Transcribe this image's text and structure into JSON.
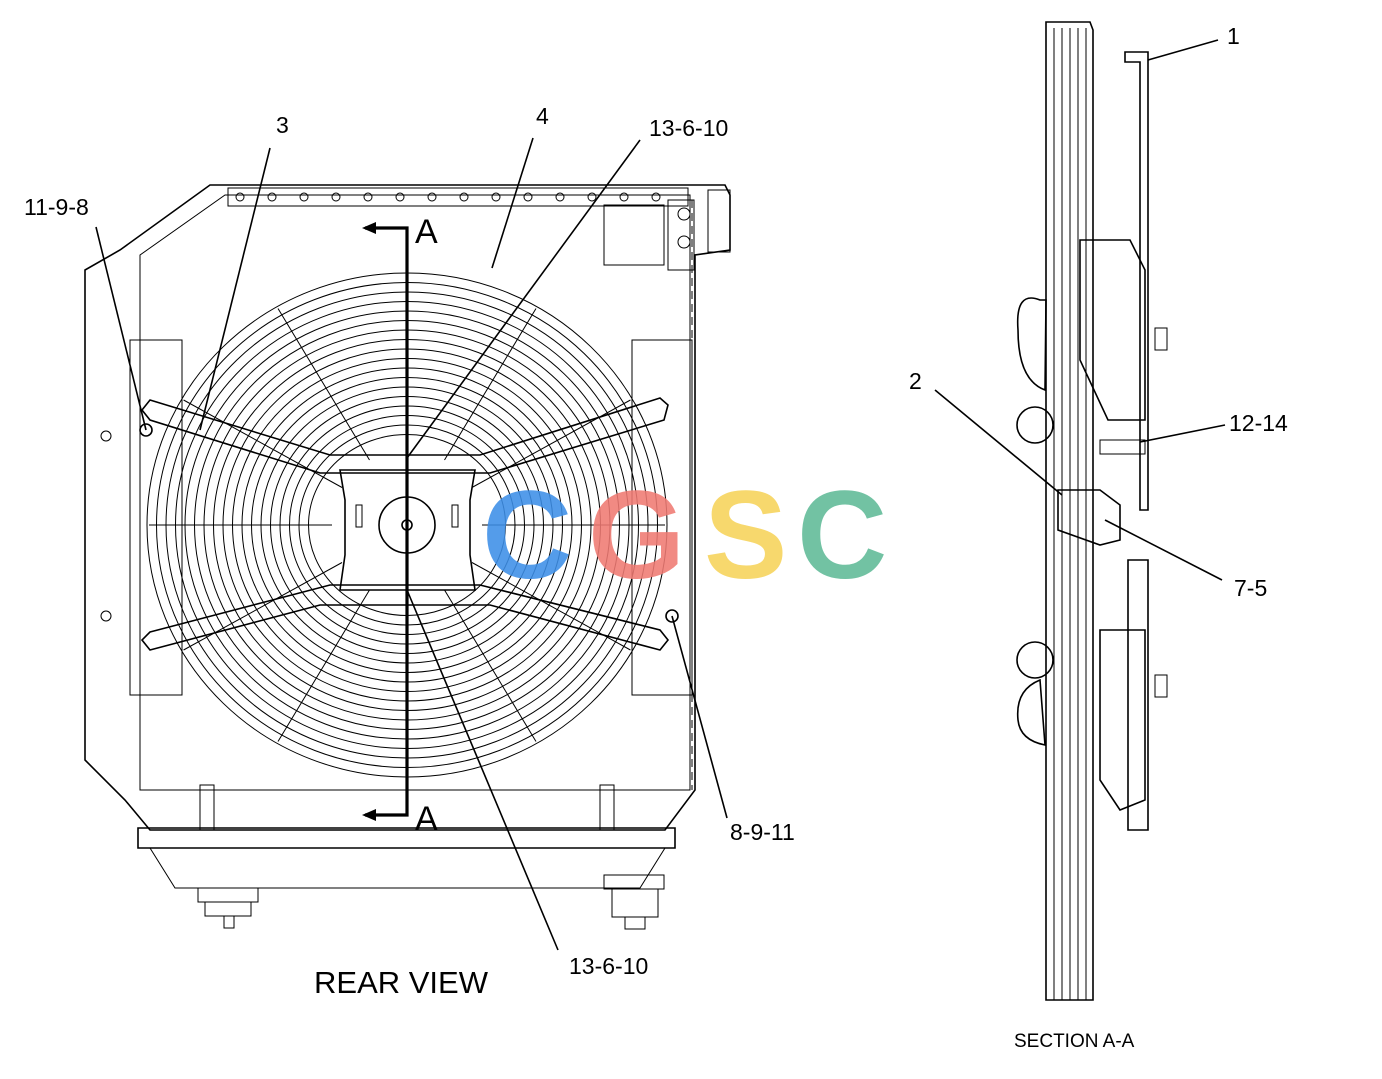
{
  "rear_view": {
    "title": "REAR VIEW",
    "section_marker_top": "A",
    "section_marker_bottom": "A"
  },
  "section_view": {
    "title": "SECTION A-A"
  },
  "callouts": {
    "c_11_9_8": "11-9-8",
    "c_3": "3",
    "c_4": "4",
    "c_13_6_10_top": "13-6-10",
    "c_13_6_10_bottom": "13-6-10",
    "c_8_9_11": "8-9-11",
    "c_1": "1",
    "c_2": "2",
    "c_12_14": "12-14",
    "c_7_5": "7-5"
  },
  "watermark": {
    "letters": [
      "C",
      "G",
      "S",
      "C"
    ],
    "colors": [
      "#3d8fe8",
      "#f07a73",
      "#f7d35a",
      "#5fba97"
    ]
  }
}
